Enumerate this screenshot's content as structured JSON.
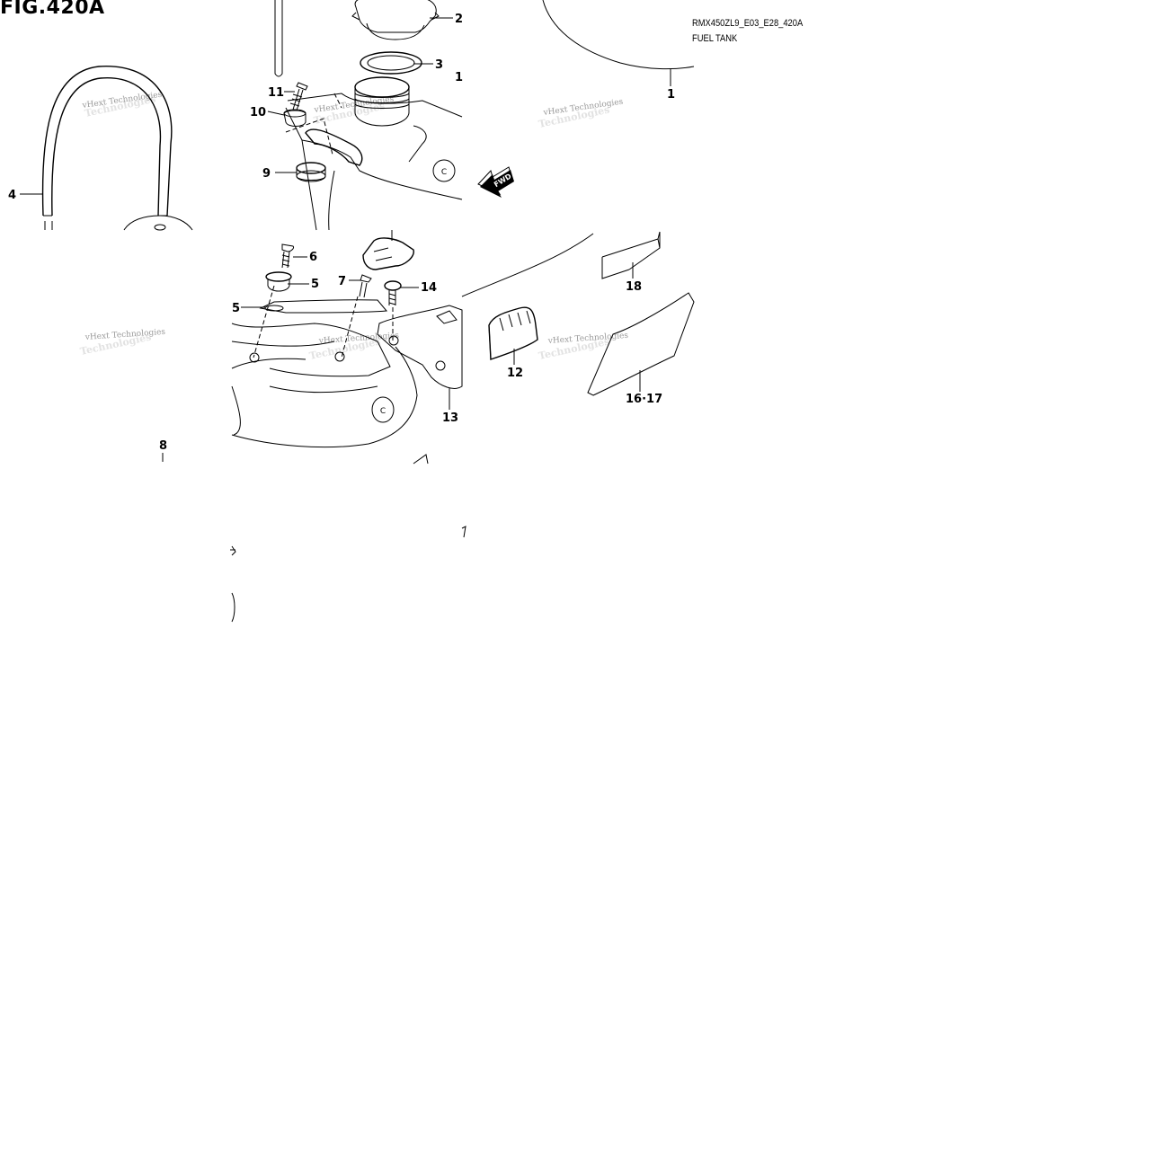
{
  "figure": {
    "title": "FIG.420A",
    "model_code": "RMX450ZL9_E03_E28_420A",
    "section_name": "FUEL TANK"
  },
  "watermark": {
    "text": "vHext Technologies",
    "ghost_text": "Technologies"
  },
  "callouts": {
    "c1": "1",
    "c1b": "1",
    "c2": "2",
    "c3": "3",
    "c4": "4",
    "c5a": "5",
    "c5b": "5",
    "c6": "6",
    "c7": "7",
    "c8": "8",
    "c9": "9",
    "c10": "10",
    "c11": "11",
    "c12": "12",
    "c13": "13",
    "c14": "14",
    "c1617": "16·17",
    "c18": "18"
  },
  "arrow": {
    "label": "FWD"
  },
  "tank_marks": {
    "emblem_upper": "C",
    "emblem_lower": "C"
  }
}
